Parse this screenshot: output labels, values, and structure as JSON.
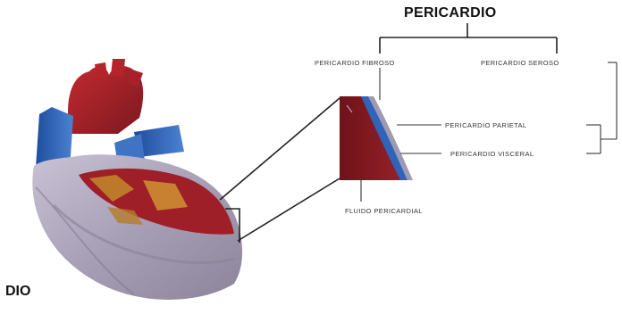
{
  "diagram": {
    "title": "PERICARDIO",
    "labels": {
      "fibroso": "PERICARDIO FIBROSO",
      "seroso": "PERICARDIO SEROSO",
      "parietal": "PERICARDIO PARIETAL",
      "visceral": "PERICARDIO VISCERAL",
      "fluido": "FLUIDO PERICARDIAL"
    },
    "cut_label": "DIO"
  },
  "colors": {
    "myocardium": "#8b1c24",
    "aorta": "#c0282e",
    "vessels_blue": "#2f64b8",
    "pericardium": "#a9a2b8",
    "lines": "#222222"
  }
}
